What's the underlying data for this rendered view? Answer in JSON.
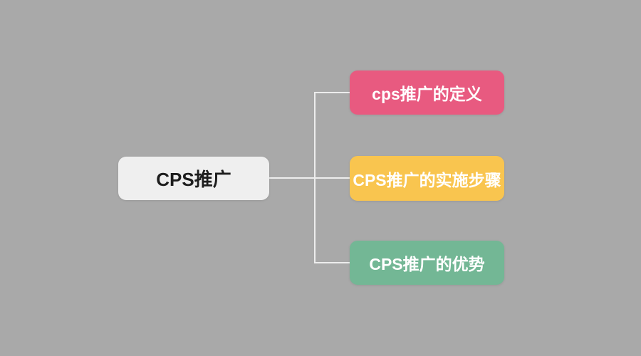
{
  "canvas": {
    "background": "#a9a9a9",
    "connector_color": "#ededed"
  },
  "root": {
    "label": "CPS推广",
    "bg": "#efefef",
    "text_color": "#1d1d1d"
  },
  "branches": [
    {
      "label": "cps推广的定义",
      "bg": "#e85a80",
      "text_color": "#ffffff"
    },
    {
      "label": "CPS推广的实施步骤",
      "bg": "#f9c54f",
      "text_color": "#ffffff"
    },
    {
      "label": "CPS推广的优势",
      "bg": "#73b795",
      "text_color": "#ffffff"
    }
  ]
}
